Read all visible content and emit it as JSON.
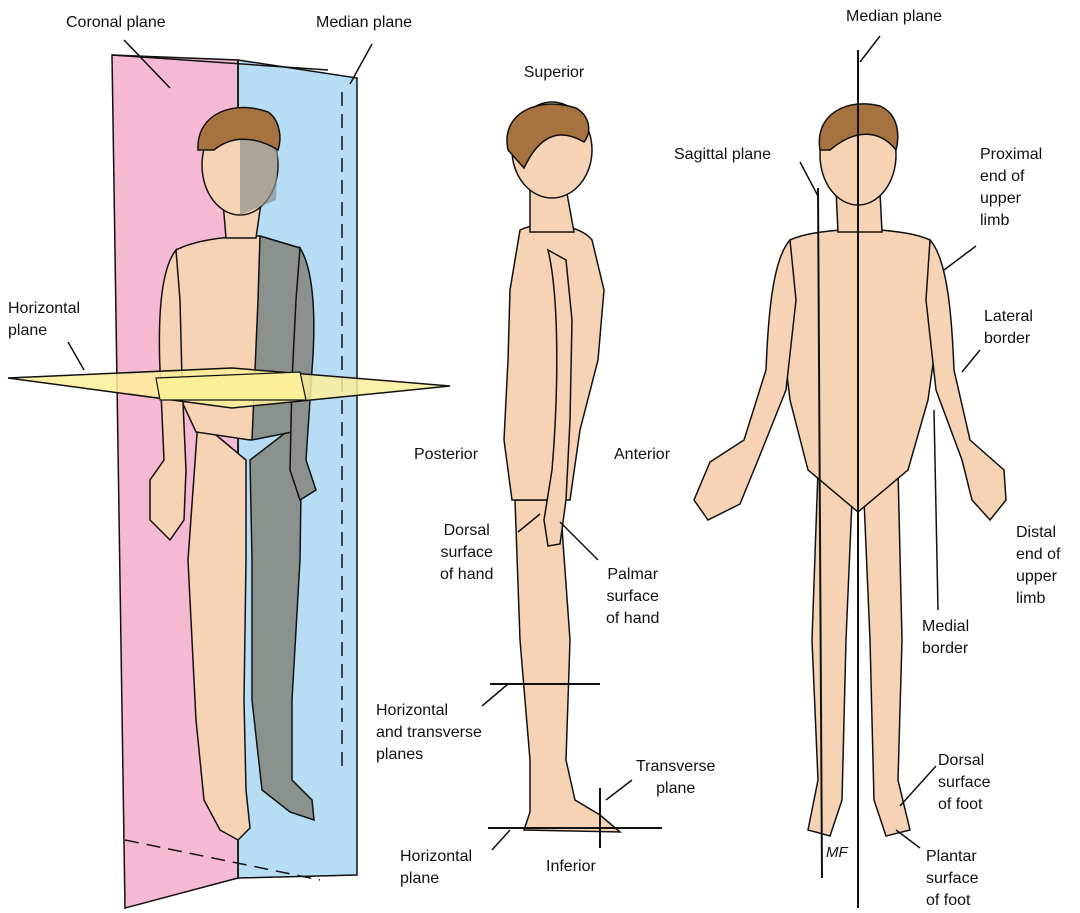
{
  "labels": {
    "coronal_plane": "Coronal plane",
    "median_plane_left": "Median plane",
    "horizontal_plane_left": "Horizontal\nplane",
    "superior": "Superior",
    "posterior": "Posterior",
    "anterior": "Anterior",
    "dorsal_hand": "Dorsal\nsurface\nof hand",
    "palmar_hand": "Palmar\nsurface\nof hand",
    "horiz_transverse": "Horizontal\nand transverse\nplanes",
    "transverse_plane": "Transverse\nplane",
    "horizontal_plane_bottom": "Horizontal\nplane",
    "inferior": "Inferior",
    "median_plane_right": "Median plane",
    "sagittal_plane": "Sagittal plane",
    "proximal_end": "Proximal\nend of\nupper\nlimb",
    "lateral_border": "Lateral\nborder",
    "distal_end": "Distal\nend of\nupper\nlimb",
    "medial_border": "Medial\nborder",
    "dorsal_foot": "Dorsal\nsurface\nof foot",
    "plantar_foot": "Plantar\nsurface\nof foot",
    "signature": "MF"
  },
  "colors": {
    "skin": "#f6d3b4",
    "skin_shadow": "#8b928e",
    "hair": "#a6723f",
    "coronal": "#f6b9d4",
    "median": "#b7ddf5",
    "horizontal": "#fbef9a",
    "line": "#111111"
  }
}
